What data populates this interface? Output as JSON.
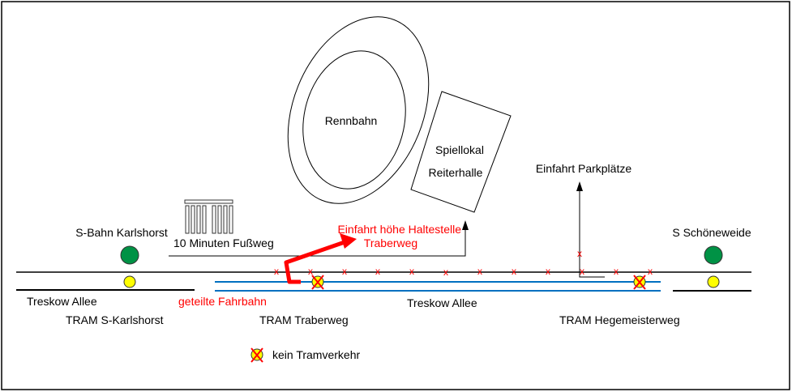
{
  "labels": {
    "rennbahn": "Rennbahn",
    "spiellokal": "Spiellokal",
    "reiterhalle": "Reiterhalle",
    "einfahrt_parkplaetze": "Einfahrt Parkplätze",
    "sbahn_karlshorst": "S-Bahn Karlshorst",
    "fussweg": "10 Minuten Fußweg",
    "einfahrt_line1": "Einfahrt höhe Haltestelle",
    "einfahrt_line2": "Traberweg",
    "s_schoeneweide": "S Schöneweide",
    "treskow_allee_left": "Treskow Allee",
    "geteilte_fahrbahn": "geteilte Fahrbahn",
    "treskow_allee_mid": "Treskow Allee",
    "tram_karlshorst": "TRAM S-Karlshorst",
    "tram_traberweg": "TRAM Traberweg",
    "tram_hegemeisterweg": "TRAM Hegemeisterweg",
    "legend_kein_tram": "kein Tramverkehr",
    "x_mark": "x"
  },
  "colors": {
    "sbahn": "#009245",
    "tram": "#ffff00",
    "road_blue": "#0070c0",
    "highlight": "#ff0000"
  }
}
